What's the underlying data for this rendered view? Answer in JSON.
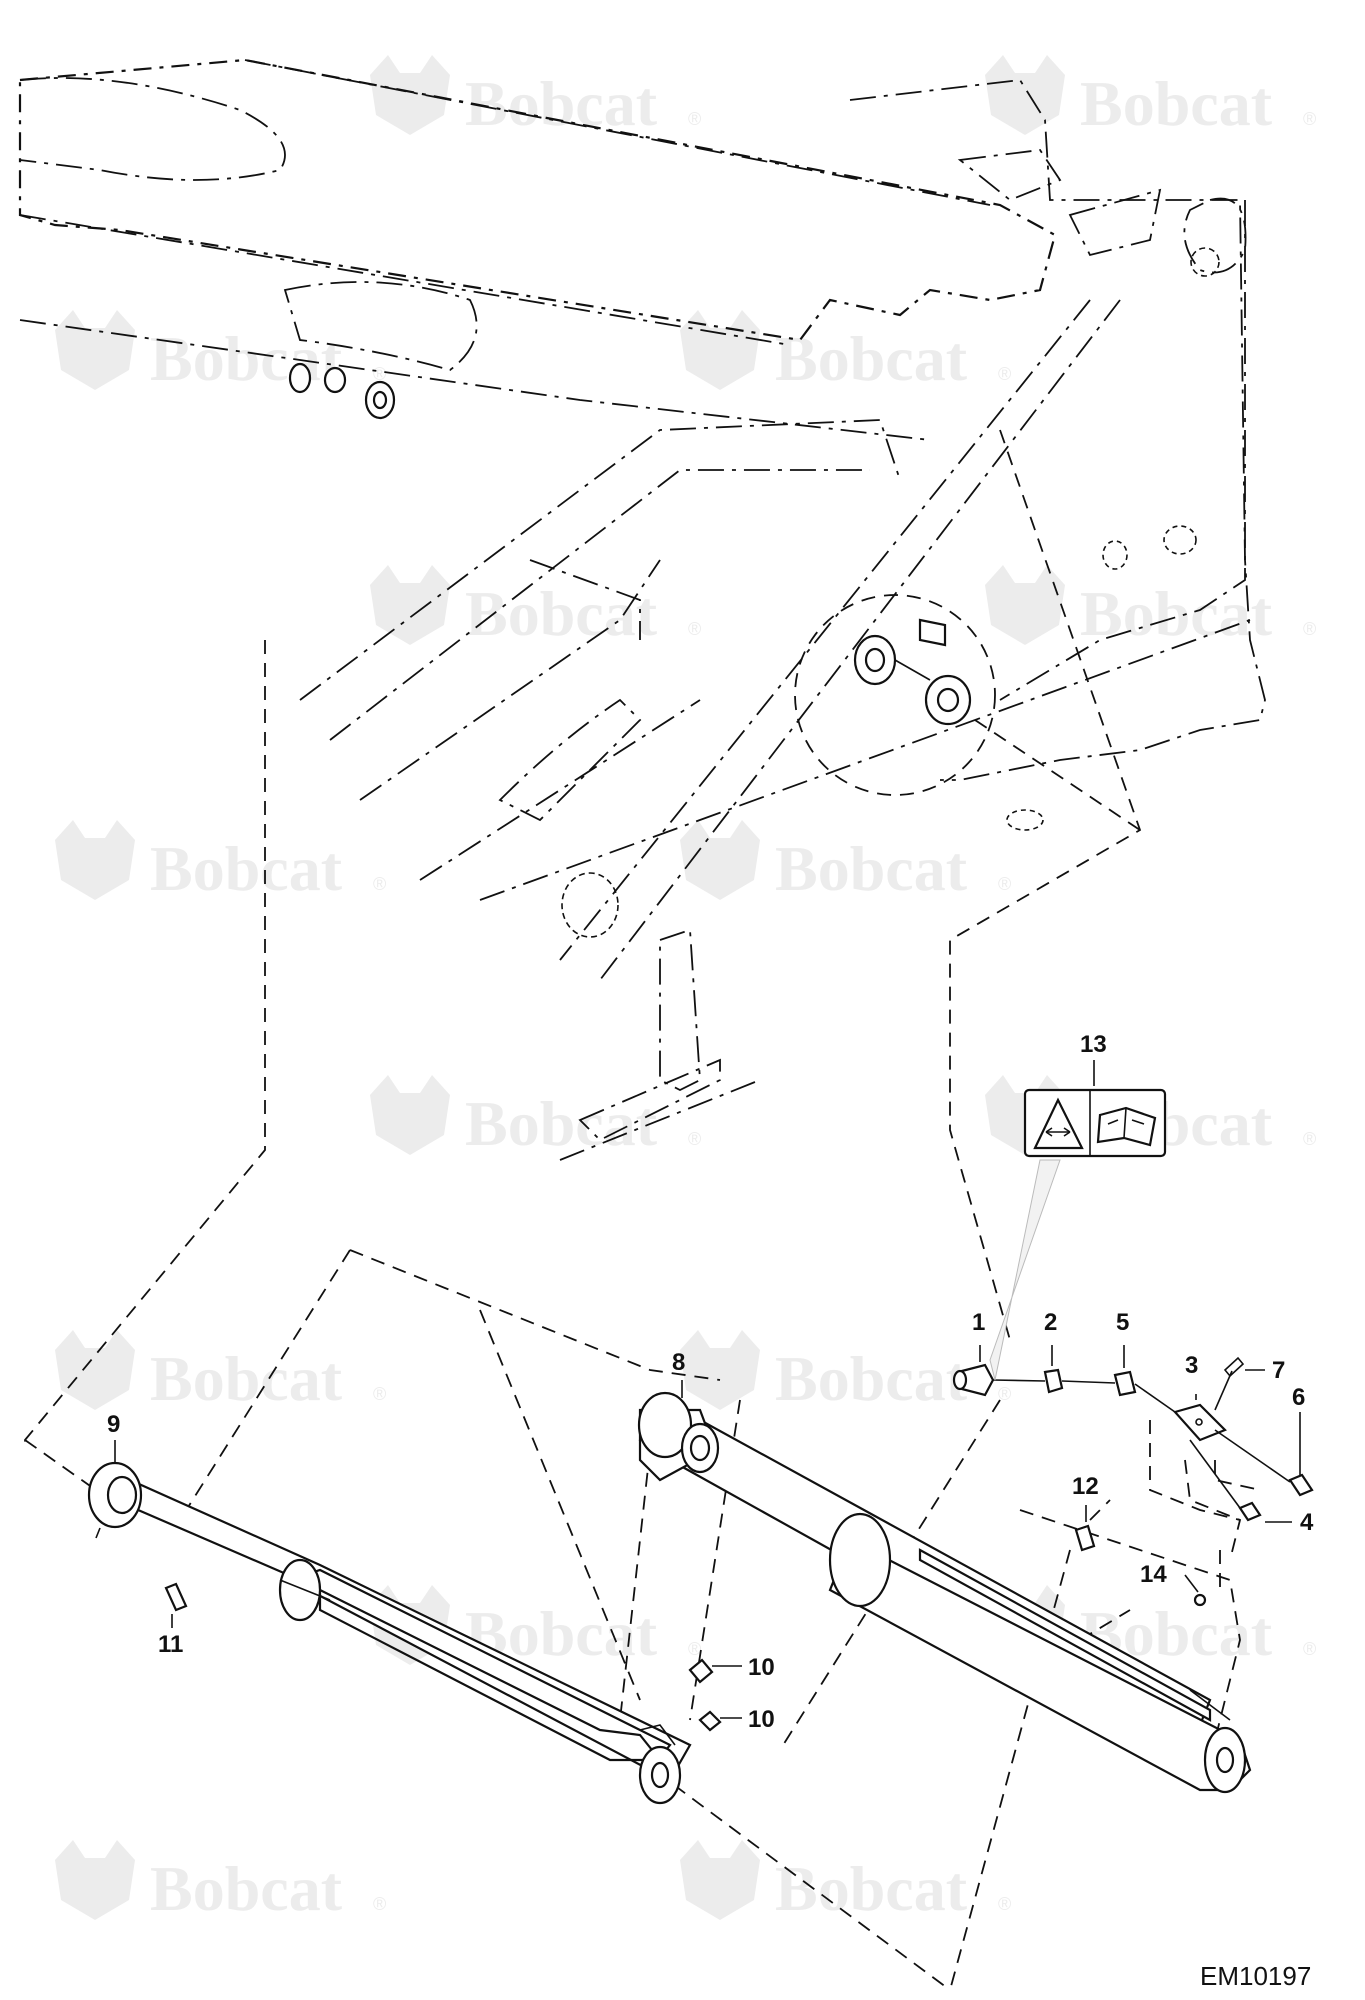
{
  "watermark": {
    "brand": "Bobcat",
    "registered_mark": "®",
    "color": "#ececec"
  },
  "drawing_id": "EM10197",
  "callouts": [
    {
      "id": "1",
      "label": "1"
    },
    {
      "id": "2",
      "label": "2"
    },
    {
      "id": "3",
      "label": "3"
    },
    {
      "id": "4",
      "label": "4"
    },
    {
      "id": "5",
      "label": "5"
    },
    {
      "id": "6",
      "label": "6"
    },
    {
      "id": "7",
      "label": "7"
    },
    {
      "id": "8",
      "label": "8"
    },
    {
      "id": "9",
      "label": "9"
    },
    {
      "id": "10a",
      "label": "10"
    },
    {
      "id": "10b",
      "label": "10"
    },
    {
      "id": "11",
      "label": "11"
    },
    {
      "id": "12",
      "label": "12"
    },
    {
      "id": "13",
      "label": "13"
    },
    {
      "id": "14",
      "label": "14"
    }
  ],
  "decal_icons": [
    "warning-triangle-icon",
    "operator-manual-icon"
  ],
  "colors": {
    "line": "#111111",
    "background": "#ffffff"
  }
}
